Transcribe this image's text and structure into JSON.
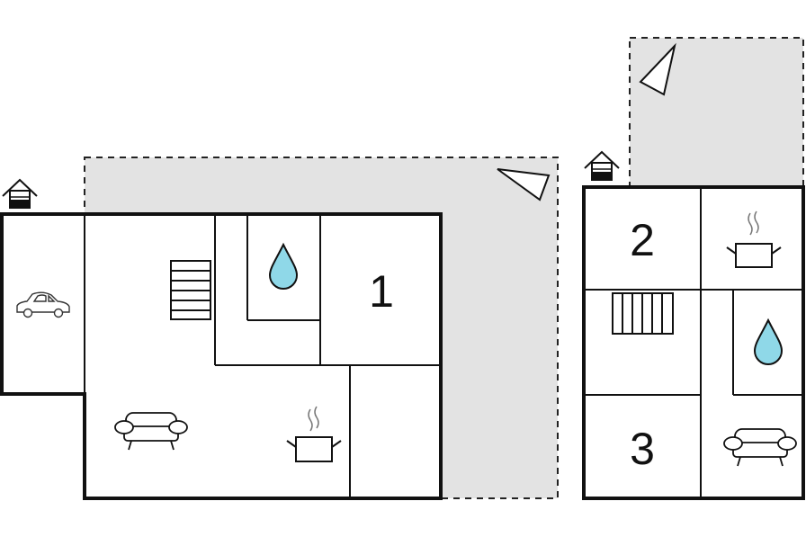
{
  "floorplan": {
    "rooms": [
      {
        "id": "room-1",
        "label": "1"
      },
      {
        "id": "room-2",
        "label": "2"
      },
      {
        "id": "room-3",
        "label": "3"
      }
    ],
    "icons": [
      "entrance-icon",
      "car-icon",
      "stairs-icon",
      "water-drop-icon",
      "sofa-icon",
      "kitchen-pot-icon",
      "compass-arrow-icon"
    ],
    "colors": {
      "wall": "#111111",
      "terrace": "#e3e3e3",
      "water": "#8fd8e8"
    }
  }
}
